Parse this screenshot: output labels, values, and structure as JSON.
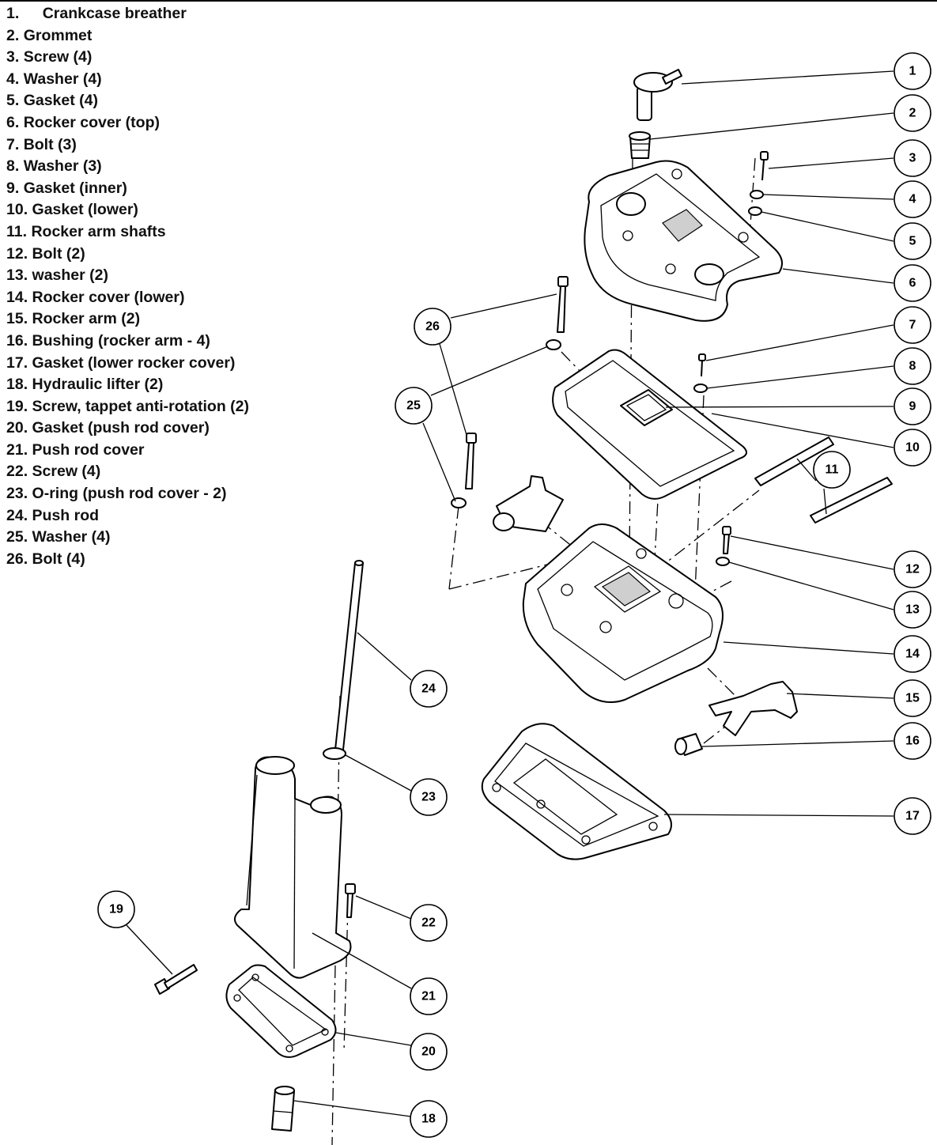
{
  "legend": [
    {
      "num": "1.",
      "name": "Crankcase breather"
    },
    {
      "num": "2.",
      "name": "Grommet"
    },
    {
      "num": "3.",
      "name": "Screw (4)"
    },
    {
      "num": "4.",
      "name": "Washer (4)"
    },
    {
      "num": "5.",
      "name": "Gasket (4)"
    },
    {
      "num": "6.",
      "name": "Rocker cover (top)"
    },
    {
      "num": "7.",
      "name": "Bolt (3)"
    },
    {
      "num": "8.",
      "name": "Washer (3)"
    },
    {
      "num": "9.",
      "name": "Gasket (inner)"
    },
    {
      "num": "10.",
      "name": "Gasket (lower)"
    },
    {
      "num": "11.",
      "name": "Rocker arm shafts"
    },
    {
      "num": "12.",
      "name": "Bolt (2)"
    },
    {
      "num": "13.",
      "name": "washer (2)"
    },
    {
      "num": "14.",
      "name": "Rocker cover (lower)"
    },
    {
      "num": "15.",
      "name": "Rocker arm (2)"
    },
    {
      "num": "16.",
      "name": "Bushing (rocker arm - 4)"
    },
    {
      "num": "17.",
      "name": "Gasket (lower rocker cover)"
    },
    {
      "num": "18.",
      "name": "Hydraulic lifter (2)"
    },
    {
      "num": "19.",
      "name": "Screw, tappet anti-rotation (2)"
    },
    {
      "num": "20.",
      "name": "Gasket (push rod cover)"
    },
    {
      "num": "21.",
      "name": "Push rod cover"
    },
    {
      "num": "22.",
      "name": "Screw (4)"
    },
    {
      "num": "23.",
      "name": "O-ring (push rod cover - 2)"
    },
    {
      "num": "24.",
      "name": "Push rod"
    },
    {
      "num": "25.",
      "name": "Washer (4)"
    },
    {
      "num": "26.",
      "name": "Bolt (4)"
    }
  ],
  "callouts": [
    "1",
    "2",
    "3",
    "4",
    "5",
    "6",
    "7",
    "8",
    "9",
    "10",
    "11",
    "12",
    "13",
    "14",
    "15",
    "16",
    "17",
    "18",
    "19",
    "20",
    "21",
    "22",
    "23",
    "24",
    "25",
    "26"
  ]
}
